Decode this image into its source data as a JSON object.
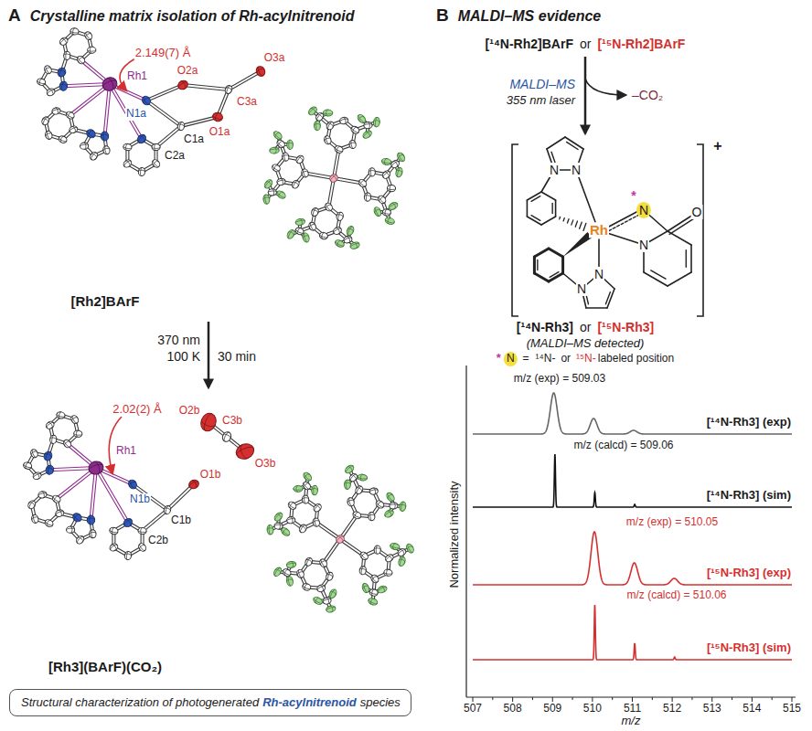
{
  "diagram": {
    "nodes": [
      {
        "text": [
          "Structural characterization of photogenerated",
          "Rh-acylnitrenoid",
          "species"
        ]
      }
    ],
    "labels": [
      "A",
      "Crystalline matrix isolation of Rh-acylnitrenoid",
      "2.149(7) Å",
      "Rh1",
      "N1a",
      "O2a",
      "O3a",
      "C3a",
      "O1a",
      "C1a",
      "C2a",
      "[Rh2]BArF",
      "370 nm",
      "100 K",
      "30 min",
      "2.02(2) Å",
      "O2b",
      "C3b",
      "O3b",
      "Rh1",
      "N1b",
      "O1b",
      "C1b",
      "C2b",
      "[Rh3](BArF)(CO₂)",
      "B",
      "MALDI–MS evidence",
      "[¹⁴N-Rh2]BArF",
      "or",
      "[¹⁵N-Rh2]BArF",
      "MALDI–MS",
      "355 nm laser",
      "–CO₂",
      "+",
      "N",
      "N",
      "Rh",
      "*",
      "N",
      "O",
      "N",
      "N",
      "N",
      "[¹⁴N-Rh3]",
      "or",
      "[¹⁵N-Rh3]",
      "(MALDI–MS detected)",
      "*",
      "N",
      "=",
      "¹⁴N-",
      "or",
      "¹⁵N-",
      "labeled position",
      "m/z (exp) = 509.03",
      "[¹⁴N-Rh3] (exp)",
      "m/z (calcd) = 509.06",
      "[¹⁴N-Rh3] (sim)",
      "m/z (exp) = 510.05",
      "[¹⁵N-Rh3] (exp)",
      "m/z (calcd) = 510.06",
      "[¹⁵N-Rh3] (sim)",
      "Normalized intensity",
      "507",
      "508",
      "509",
      "510",
      "511",
      "512",
      "513",
      "514",
      "515",
      "m/z"
    ]
  }
}
